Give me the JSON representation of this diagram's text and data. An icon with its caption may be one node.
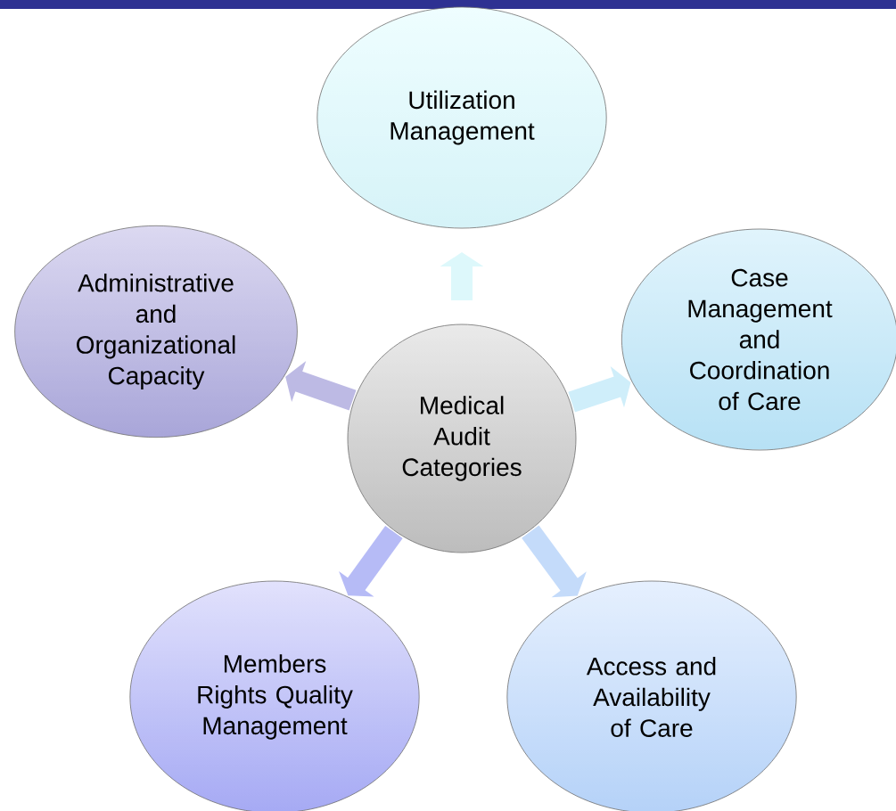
{
  "diagram": {
    "nodes": [
      {
        "text": [
          "Utilization Management"
        ]
      },
      {
        "text": [
          "Administrative and Organizational Capacity"
        ]
      },
      {
        "text": [
          "Case Management and Coordination of Care"
        ]
      },
      {
        "text": [
          "Medical Audit Categories"
        ]
      },
      {
        "text": [
          "Members Rights Quality Management"
        ]
      },
      {
        "text": [
          "Access and Availability of Care"
        ]
      }
    ],
    "edges": [
      {
        "from": 3,
        "to": 0,
        "arrow": "to"
      },
      {
        "from": 3,
        "to": 1,
        "arrow": "to"
      },
      {
        "from": 3,
        "to": 2,
        "arrow": "to"
      },
      {
        "from": 3,
        "to": 4,
        "arrow": "to"
      },
      {
        "from": 3,
        "to": 5,
        "arrow": "to"
      }
    ]
  }
}
